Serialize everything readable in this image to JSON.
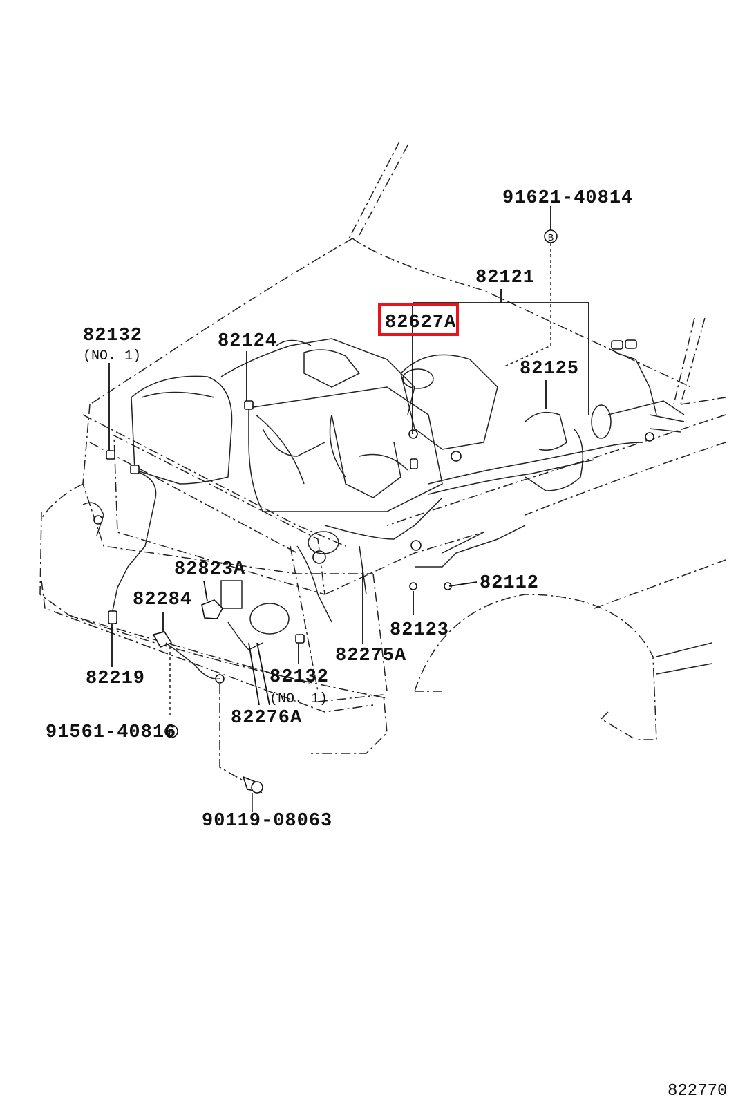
{
  "diagram": {
    "highlight_color": "#e8141c",
    "labels": {
      "p91621": "91621-40814",
      "p82121": "82121",
      "p82627A": "82627A",
      "p82132_top": "82132",
      "p82132_top_sub": "(NO. 1)",
      "p82124": "82124",
      "p82125": "82125",
      "p82823A": "82823A",
      "p82284": "82284",
      "p82112": "82112",
      "p82123": "82123",
      "p82275A": "82275A",
      "p82219": "82219",
      "p82132_bottom": "82132",
      "p82132_bottom_sub": "(NO. 1)",
      "p91561": "91561-40816",
      "p82276A": "82276A",
      "p90119": "90119-08063",
      "ref": "822770"
    },
    "bolt_marker": "B"
  }
}
